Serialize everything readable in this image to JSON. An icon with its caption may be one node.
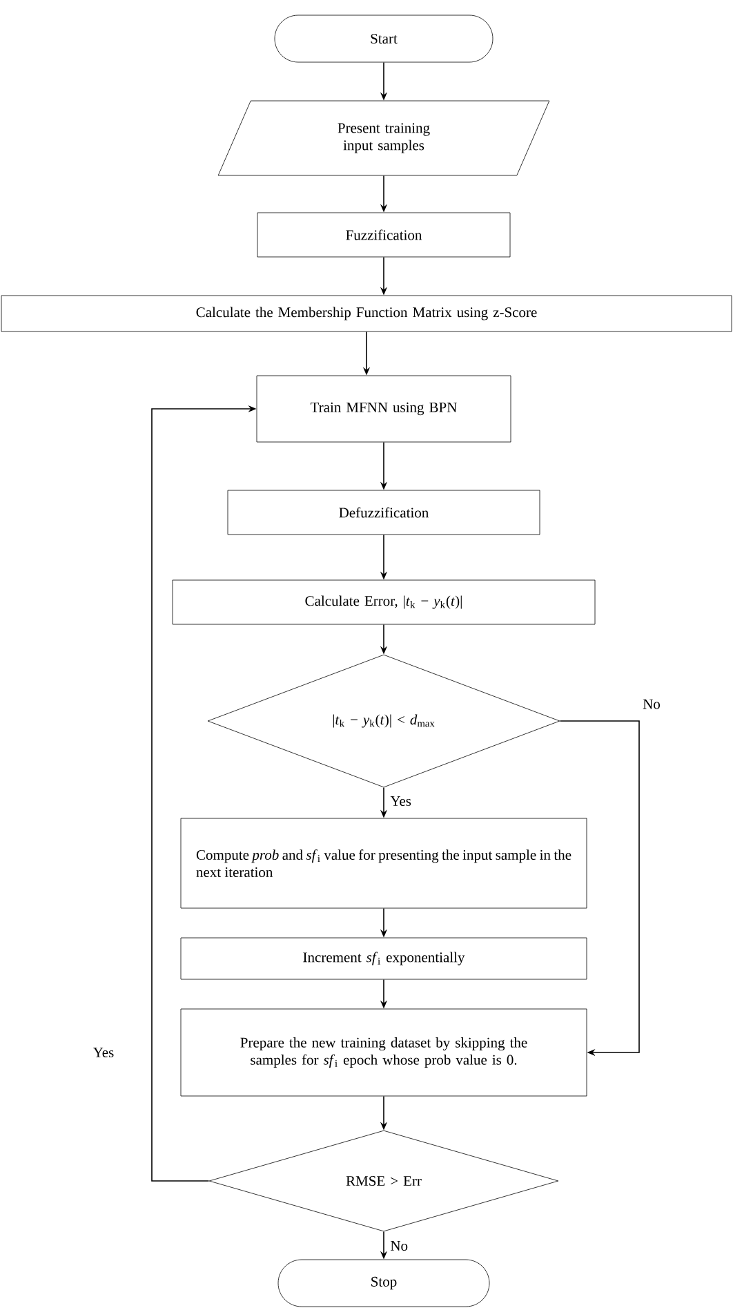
{
  "diagram": {
    "nodes": [
      {
        "text": [
          "Start"
        ]
      },
      {
        "text": [
          "Present training input samples"
        ]
      },
      {
        "text": [
          "Fuzzification"
        ]
      },
      {
        "text": [
          "Calculate the Membership Function Matrix using z-Score"
        ]
      },
      {
        "text": [
          "Train MFNN using BPN"
        ]
      },
      {
        "text": [
          "Defuzzification"
        ]
      },
      {
        "text": [
          "Calculate Error, |*t*$_{k}$ − *y*$_{k}$(*t*)|"
        ]
      },
      {
        "text": [
          "|*t*$_{k}$ − *y*$_{k}$(*t*)| < *d*$_{max}$"
        ]
      },
      {
        "text": [
          "Compute *prob* and *sf*$_{i}$ value for presenting the input sample in the next iteration"
        ]
      },
      {
        "text": [
          "Increment *sf*$_{i}$ exponentially"
        ]
      },
      {
        "text": [
          "Prepare the new training dataset by skipping the samples for *sf*$_{i}$ epoch whose prob value is 0."
        ]
      },
      {
        "text": [
          "RMSE > Err"
        ]
      },
      {
        "text": [
          "Stop"
        ]
      }
    ],
    "edges": [
      {
        "from": 0,
        "to": 1,
        "arrow": "to"
      },
      {
        "from": 1,
        "to": 2,
        "arrow": "to"
      },
      {
        "from": 2,
        "to": 3,
        "arrow": "to"
      },
      {
        "from": 3,
        "to": 4,
        "arrow": "to"
      },
      {
        "from": 4,
        "to": 5,
        "arrow": "to"
      },
      {
        "from": 5,
        "to": 6,
        "arrow": "to"
      },
      {
        "from": 6,
        "to": 7,
        "arrow": "to"
      },
      {
        "from": 7,
        "to": 8,
        "label": "Yes",
        "arrow": "to"
      },
      {
        "from": 7,
        "to": 10,
        "label": "No",
        "arrow": "to"
      },
      {
        "from": 8,
        "to": 9,
        "arrow": "to"
      },
      {
        "from": 9,
        "to": 10,
        "arrow": "to"
      },
      {
        "from": 10,
        "to": 11,
        "arrow": "to"
      },
      {
        "from": 11,
        "to": 4,
        "label": "Yes",
        "arrow": "to"
      },
      {
        "from": 11,
        "to": 12,
        "label": "No",
        "arrow": "to"
      }
    ]
  }
}
